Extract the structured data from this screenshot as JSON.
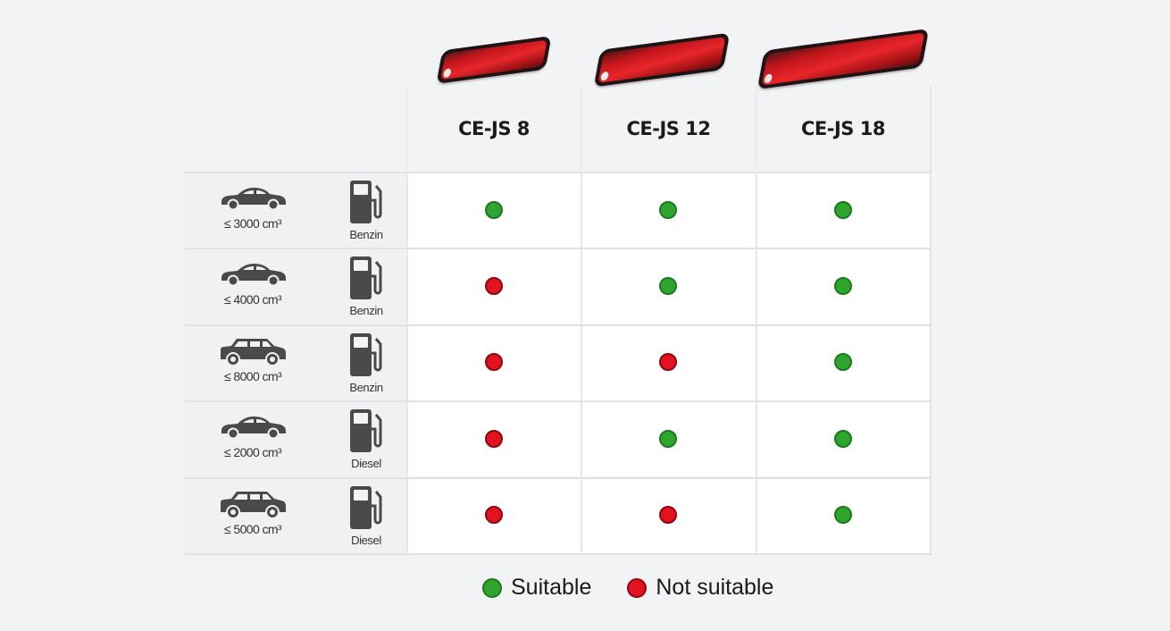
{
  "colors": {
    "suitable": "#2fa52f",
    "suitable_border": "#1c7a1c",
    "not_suitable": "#e3121f",
    "not_suitable_border": "#8a0a10",
    "background": "#f2f3f5"
  },
  "products": [
    {
      "name": "CE-JS 8",
      "icon": "jump-starter-device-icon"
    },
    {
      "name": "CE-JS 12",
      "icon": "jump-starter-device-icon"
    },
    {
      "name": "CE-JS 18",
      "icon": "jump-starter-device-icon"
    }
  ],
  "rows": [
    {
      "vehicle_icon": "sedan-car-icon",
      "engine": "≤  3000 cm³",
      "fuel": "Benzin",
      "fuel_icon": "fuel-pump-icon",
      "suitability": [
        "suitable",
        "suitable",
        "suitable"
      ]
    },
    {
      "vehicle_icon": "sedan-car-icon",
      "engine": "≤  4000 cm³",
      "fuel": "Benzin",
      "fuel_icon": "fuel-pump-icon",
      "suitability": [
        "not_suitable",
        "suitable",
        "suitable"
      ]
    },
    {
      "vehicle_icon": "suv-car-icon",
      "engine": "≤  8000 cm³",
      "fuel": "Benzin",
      "fuel_icon": "fuel-pump-icon",
      "suitability": [
        "not_suitable",
        "not_suitable",
        "suitable"
      ]
    },
    {
      "vehicle_icon": "sedan-car-icon",
      "engine": "≤  2000 cm³",
      "fuel": "Diesel",
      "fuel_icon": "fuel-pump-icon",
      "suitability": [
        "not_suitable",
        "suitable",
        "suitable"
      ]
    },
    {
      "vehicle_icon": "suv-car-icon",
      "engine": "≤  5000 cm³",
      "fuel": "Diesel",
      "fuel_icon": "fuel-pump-icon",
      "suitability": [
        "not_suitable",
        "not_suitable",
        "suitable"
      ]
    }
  ],
  "legend": {
    "suitable_label": "Suitable",
    "not_suitable_label": "Not suitable"
  }
}
